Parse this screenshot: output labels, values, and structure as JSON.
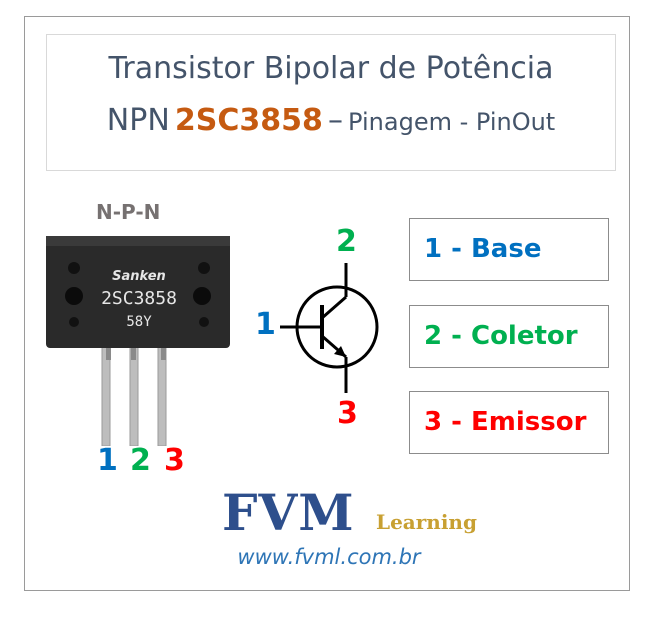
{
  "title": {
    "line1": "Transistor Bipolar de Potência",
    "npn": "NPN",
    "part": "2SC3858",
    "dash": "–",
    "pinout": "Pinagem - PinOut"
  },
  "package": {
    "type_label": "N-P-N",
    "brand": "Sanken",
    "marking": "2SC3858",
    "code": "58Y",
    "lead_numbers": [
      "1",
      "2",
      "3"
    ]
  },
  "symbol": {
    "base_num": "1",
    "collector_num": "2",
    "emitter_num": "3"
  },
  "pins": [
    {
      "label": "1 - Base",
      "color": "#0070c0"
    },
    {
      "label": "2 - Coletor",
      "color": "#00b050"
    },
    {
      "label": "3 - Emissor",
      "color": "#ff0000"
    }
  ],
  "colors": {
    "base": "#0070c0",
    "collector": "#00b050",
    "emitter": "#ff0000",
    "title": "#44546a",
    "part": "#c55a11"
  },
  "footer": {
    "logo": "FVM",
    "learning": "Learning",
    "url": "www.fvml.com.br"
  }
}
